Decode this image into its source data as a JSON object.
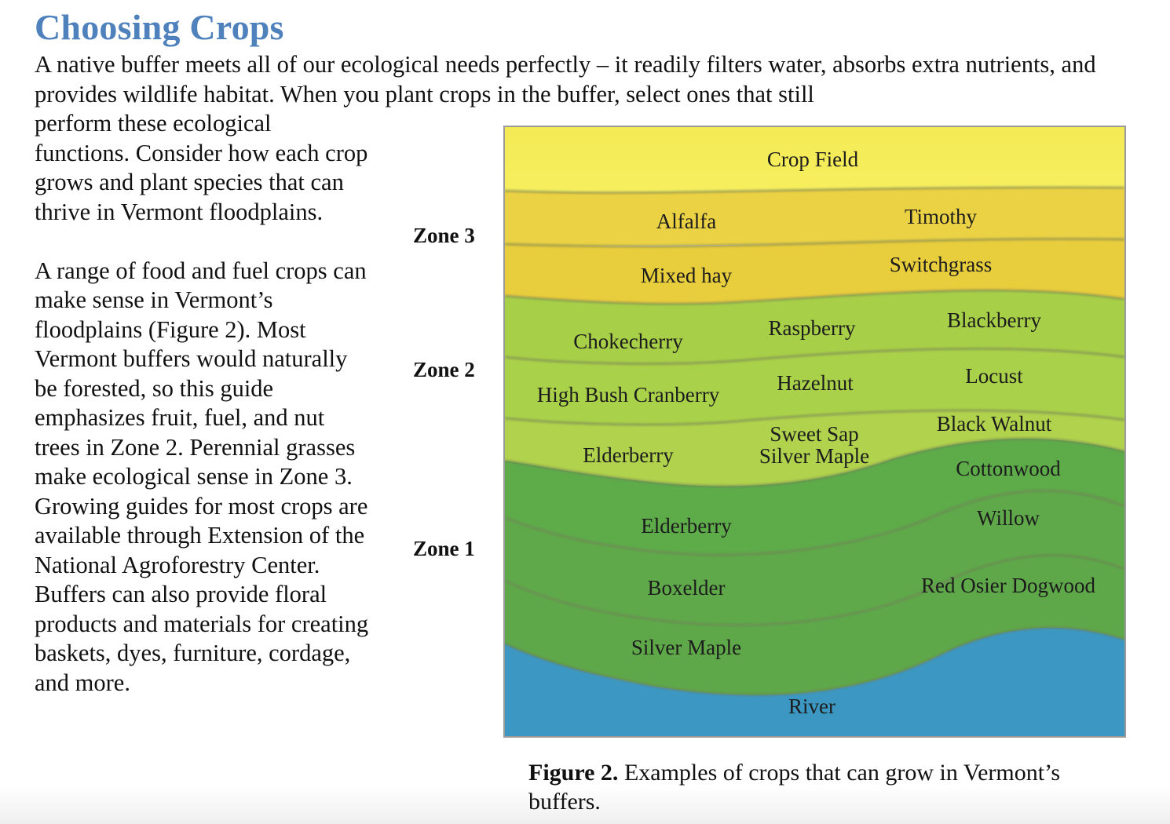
{
  "document": {
    "title": "Choosing Crops",
    "intro_text": "A native buffer meets all of our ecological needs perfectly – it readily filters water, absorbs extra nutrients, and provides wildlife habitat. When you plant crops in the buffer, select ones that still",
    "side_paragraph_1": "perform these ecological functions. Consider how each crop grows and plant species that can thrive in Vermont floodplains.",
    "side_paragraph_2": "A range of food and fuel crops can make sense in Vermont’s floodplains (Figure 2). Most Vermont buffers would naturally be forested, so this guide emphasizes fruit, fuel, and nut trees in Zone 2. Perennial grasses make ecological sense in Zone 3. Growing guides for most crops are available through Extension of the National Agroforestry Center. Buffers can also provide floral products and materials for creating baskets, dyes, furniture, cordage, and more."
  },
  "figure": {
    "zones": [
      {
        "label": "Zone 3"
      },
      {
        "label": "Zone 2"
      },
      {
        "label": "Zone 1"
      }
    ],
    "layers": {
      "crop_field": "Crop Field",
      "zone3_row1": [
        "Alfalfa",
        "Timothy"
      ],
      "zone3_row2": [
        "Mixed hay",
        "Switchgrass"
      ],
      "zone2_row1": [
        "Chokecherry",
        "Raspberry",
        "Blackberry"
      ],
      "zone2_row2": [
        "High Bush Cranberry",
        "Hazelnut",
        "Locust"
      ],
      "zone2_row3": [
        "Elderberry",
        "Sweet Sap",
        "Silver Maple",
        "Black Walnut"
      ],
      "zone1_row1": [
        "Elderberry",
        "Cottonwood"
      ],
      "zone1_row2": [
        "Boxelder",
        "Willow"
      ],
      "zone1_row3": [
        "Silver Maple",
        "Red Osier Dogwood"
      ],
      "river": "River"
    },
    "colors": {
      "crop_field": "#f7ee5a",
      "zone3": "#e9cf3e",
      "zone2": "#a9cf48",
      "zone1": "#5fa849",
      "river": "#3b98c3",
      "title": "#4f81bd"
    },
    "caption_bold": "Figure 2.",
    "caption_text": " Examples of crops that can grow in Vermont’s buffers."
  }
}
